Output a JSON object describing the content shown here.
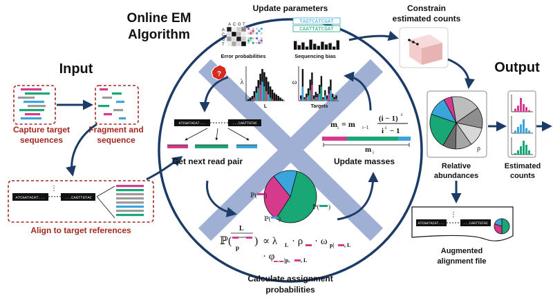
{
  "titles": {
    "input": "Input",
    "output": "Output",
    "online_em_line1": "Online EM",
    "online_em_line2": "Algorithm"
  },
  "input_steps": {
    "capture_line1": "Capture target",
    "capture_line2": "sequences",
    "fragment_line1": "Fragment and",
    "fragment_line2": "sequence",
    "align": "Align to target references"
  },
  "em_steps": {
    "update_parameters": "Update parameters",
    "error_probabilities": "Error probabilities",
    "sequencing_bias": "Sequencing bias",
    "get_next_read_pair": "Get next read pair",
    "update_masses": "Update masses",
    "calculate_line1": "Calculate assignment",
    "calculate_line2": "probabilities"
  },
  "output_steps": {
    "constrain_line1": "Constrain",
    "constrain_line2": "estimated counts",
    "relative_line1": "Relative",
    "relative_line2": "abundances",
    "estimated_line1": "Estimated",
    "estimated_line2": "counts",
    "augmented_line1": "Augmented",
    "augmented_line2": "alignment file"
  },
  "labels": {
    "acgt": [
      "A",
      "C",
      "G",
      "T"
    ],
    "seq_bias_top": "TAGTCATCGAT",
    "seq_bias_mid": "CAATTATCGAT",
    "plot1_x": "L",
    "plot2_x": "Targets",
    "plot1_y": "λ",
    "plot2_y": "ω",
    "read_left": "ATCGATACAT...",
    "read_right": "...CAGTTGTAC",
    "rho": "ρ",
    "mass_label": "m",
    "mass_sub": "i",
    "question": "?",
    "ellipsis": "⋮"
  },
  "formulas": {
    "update_masses_lhs": "m",
    "update_masses_sub_i": "i",
    "update_masses_eq": "= m",
    "update_masses_sub_im1": "i−1",
    "update_masses_num": "(i − 1)",
    "update_masses_den": "i",
    "update_masses_den2": "− 1",
    "c_exp": "c",
    "assign_P": "ℙ(",
    "assign_close": ")",
    "assign_L": "L",
    "assign_p": "p",
    "assign_propto": "∝ λ",
    "assign_L_sub": "L",
    "assign_rho": "· ρ",
    "assign_omega": "· ω",
    "assign_omega_sub": "p|",
    "assign_omega_L": ", L",
    "assign_phi": "· φ",
    "assign_phi_sub": "|p,",
    "assign_phi_L": ", L",
    "assign_P_small": "ℙ("
  },
  "colors": {
    "red_label": "#a3271f",
    "navy_arrow": "#1c3b66",
    "big_x": "#9fb0d4",
    "magenta": "#d63a8c",
    "green": "#19a776",
    "blue": "#3aa4dd",
    "gray": "#9a9a9a",
    "black": "#111111"
  },
  "chart_data": [
    {
      "type": "pie",
      "note": "center pie (assignment probabilities)",
      "slices": [
        {
          "color": "#19a776",
          "value": 0.55
        },
        {
          "color": "#d63a8c",
          "value": 0.3
        },
        {
          "color": "#3aa4dd",
          "value": 0.15
        }
      ]
    },
    {
      "type": "pie",
      "note": "relative abundances",
      "slices": [
        {
          "color": "#19a776",
          "value": 0.22
        },
        {
          "color": "#3aa4dd",
          "value": 0.12
        },
        {
          "color": "#d63a8c",
          "value": 0.05
        },
        {
          "color": "#bdbdbd",
          "value": 0.18
        },
        {
          "color": "#8e8e8e",
          "value": 0.13
        },
        {
          "color": "#d8d8d8",
          "value": 0.12
        },
        {
          "color": "#a7a7a7",
          "value": 0.1
        },
        {
          "color": "#6e6e6e",
          "value": 0.08
        }
      ]
    },
    {
      "type": "pie",
      "note": "augmented alignment file",
      "slices": [
        {
          "color": "#19a776",
          "value": 0.5
        },
        {
          "color": "#d63a8c",
          "value": 0.3
        },
        {
          "color": "#3aa4dd",
          "value": 0.2
        }
      ]
    },
    {
      "type": "bar",
      "note": "fragment length histogram (lambda)",
      "values": [
        1,
        2,
        3,
        6,
        9,
        13,
        17,
        20,
        18,
        15,
        12,
        9,
        7,
        5,
        4,
        3,
        2,
        1
      ],
      "colored_values": [
        0,
        0,
        1,
        2,
        5,
        8,
        10,
        12,
        9,
        6,
        4,
        2,
        1,
        0,
        0,
        0,
        0,
        0
      ]
    },
    {
      "type": "bar",
      "note": "target histogram (omega)",
      "values": [
        3,
        18,
        2,
        4,
        7,
        12,
        16,
        3,
        5,
        4,
        9,
        14,
        2,
        6,
        3,
        8,
        12,
        4,
        2,
        3
      ],
      "colored_values": [
        1,
        8,
        1,
        2,
        3,
        6,
        9,
        1,
        2,
        2,
        4,
        8,
        1,
        3,
        1,
        4,
        6,
        2,
        1,
        1
      ]
    },
    {
      "type": "bar",
      "note": "estimated counts panels",
      "panels": [
        {
          "color": "#d63a8c",
          "values": [
            2,
            4,
            9,
            5,
            3,
            1
          ]
        },
        {
          "color": "#3aa4dd",
          "values": [
            2,
            5,
            7,
            11,
            4,
            2
          ]
        },
        {
          "color": "#19a776",
          "values": [
            1,
            3,
            6,
            10,
            7,
            3
          ]
        }
      ]
    }
  ]
}
